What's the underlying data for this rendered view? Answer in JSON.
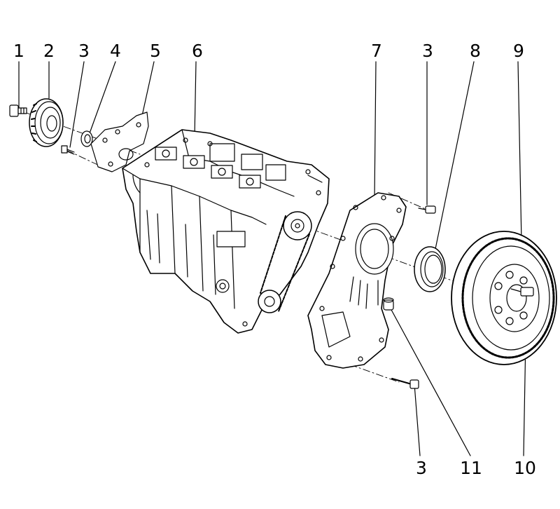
{
  "callouts": {
    "c1": "1",
    "c2": "2",
    "c3a": "3",
    "c4": "4",
    "c5": "5",
    "c6": "6",
    "c7": "7",
    "c3b": "3",
    "c8": "8",
    "c9": "9",
    "c3c": "3",
    "c11": "11",
    "c10": "10"
  }
}
